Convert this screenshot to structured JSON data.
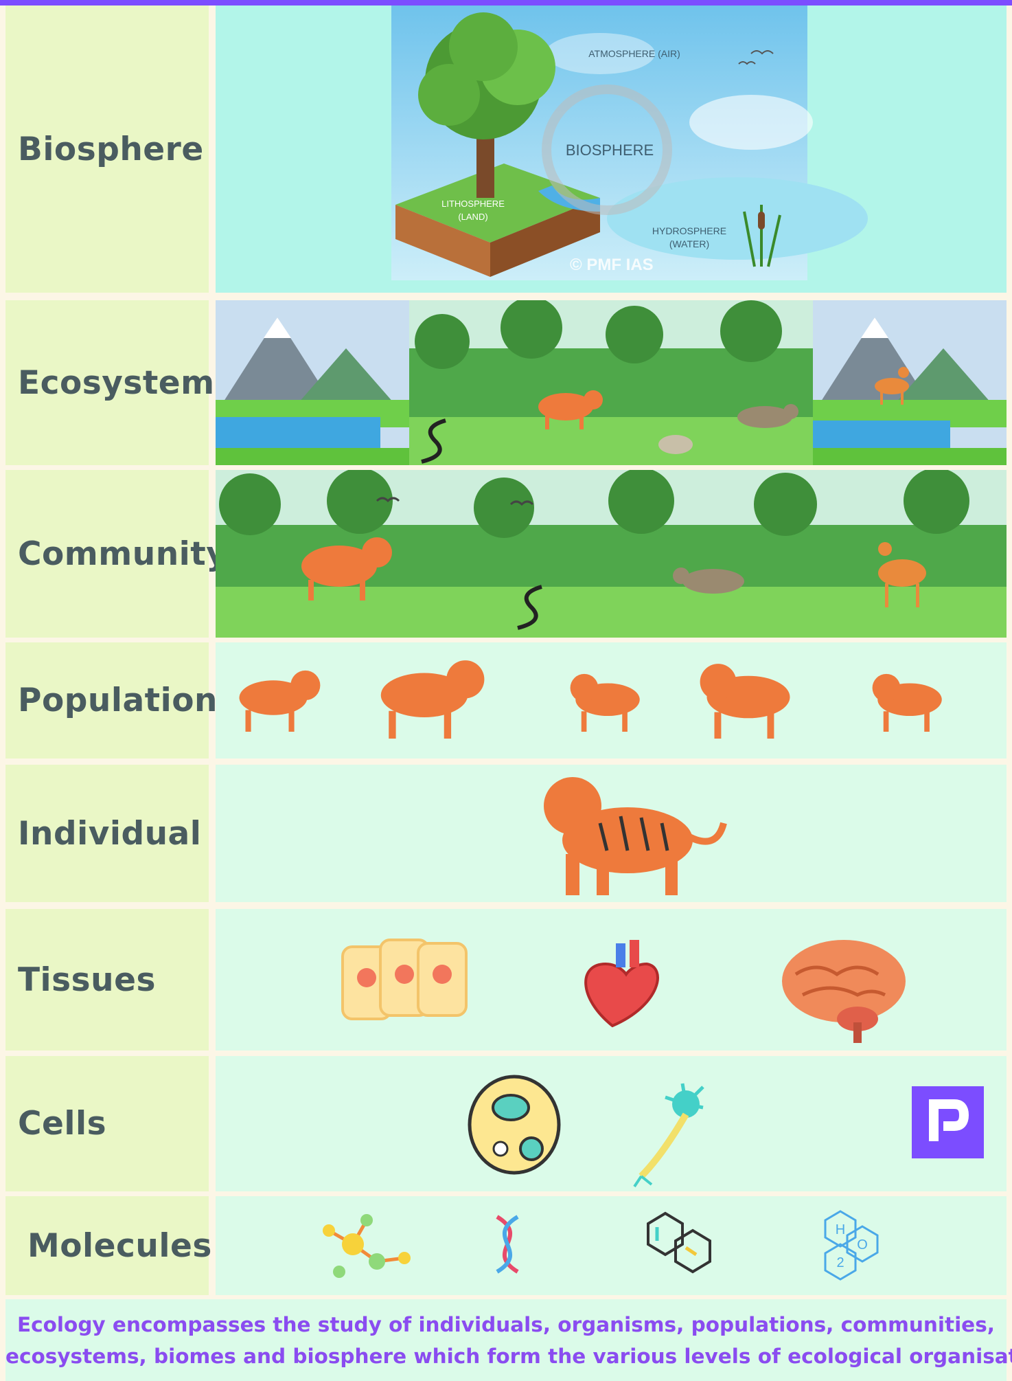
{
  "levels": [
    {
      "label": "Biosphere"
    },
    {
      "label": "Ecosystem"
    },
    {
      "label": "Community"
    },
    {
      "label": "Population"
    },
    {
      "label": "Individual"
    },
    {
      "label": "Tissues"
    },
    {
      "label": "Cells"
    },
    {
      "label": "Molecules"
    }
  ],
  "biosphere_image": {
    "atmosphere": "ATMOSPHERE (AIR)",
    "center": "BIOSPHERE",
    "lithosphere_1": "LITHOSPHERE",
    "lithosphere_2": "(LAND)",
    "hydrosphere_1": "HYDROSPHERE",
    "hydrosphere_2": "(WATER)",
    "watermark": "© PMF IAS"
  },
  "molecule_icon_text": {
    "h": "H",
    "o": "O",
    "two": "2"
  },
  "footer": {
    "line1": "Ecology encompasses the study of individuals, organisms, populations, communities,",
    "line2": "ecosystems, biomes and biosphere which form the various levels of ecological organisation."
  },
  "colors": {
    "accent": "#7c4dff",
    "label_bg": "#eaf7c6",
    "label_text": "#4a5c60",
    "panel_bg": "#dbfbe9",
    "biosphere_bg": "#b2f5e9",
    "footer_text": "#8a4cf0",
    "tiger": "#ee7a3c"
  },
  "icons": [
    "tree-icon",
    "tiger-icon",
    "deer-icon",
    "hyena-icon",
    "snake-icon",
    "cell-icon",
    "neuron-icon",
    "heart-icon",
    "brain-icon",
    "dna-icon",
    "molecule-icon",
    "benzene-icon",
    "water-molecule-icon",
    "pmf-logo-icon"
  ]
}
